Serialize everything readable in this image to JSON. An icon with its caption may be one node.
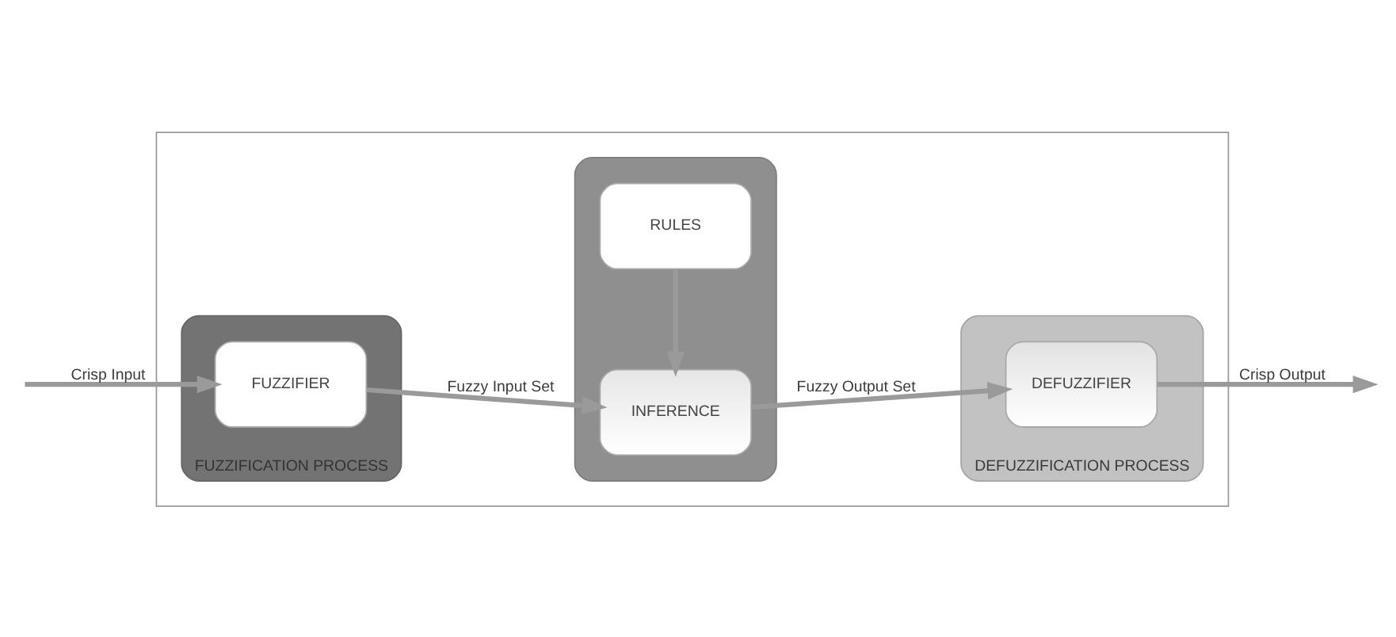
{
  "diagram": {
    "nodes": [
      {
        "text": [],
        "shape": "box"
      },
      {
        "text": [
          "FUZZIFICATION PROCESS"
        ],
        "in": 0
      },
      {
        "text": [
          "FUZZIFIER"
        ],
        "in": 1
      },
      {
        "text": [],
        "shape": "box",
        "in": 0
      },
      {
        "text": [
          "RULES"
        ],
        "in": 3
      },
      {
        "text": [
          "INFERENCE"
        ],
        "in": 3
      },
      {
        "text": [
          "DEFUZZIFICATION PROCESS"
        ],
        "in": 0
      },
      {
        "text": [
          "DEFUZZIFIER"
        ],
        "in": 6
      }
    ],
    "edges": [
      {
        "from": null,
        "to": 2,
        "arrow": "to",
        "label": "Crisp Input"
      },
      {
        "from": 2,
        "to": 5,
        "arrow": "to",
        "label": "Fuzzy Input Set"
      },
      {
        "from": 4,
        "to": 5,
        "arrow": "to"
      },
      {
        "from": 5,
        "to": 7,
        "arrow": "to",
        "label": "Fuzzy Output Set"
      },
      {
        "from": 7,
        "to": null,
        "arrow": "to",
        "label": "Crisp Output"
      }
    ]
  }
}
